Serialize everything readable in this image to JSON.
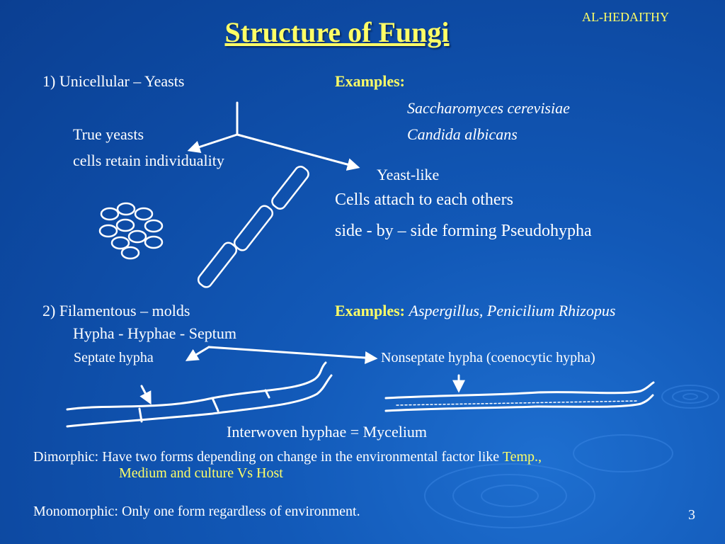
{
  "header": {
    "author": "AL-HEDAITHY",
    "title": "Structure of Fungi"
  },
  "section1": {
    "heading": "1)  Unicellular – Yeasts",
    "examples_label": "Examples:",
    "example_1": "Saccharomyces cerevisiae",
    "example_2": "Candida albicans",
    "true_yeasts": "True yeasts",
    "true_yeasts_desc": "cells retain individuality",
    "yeast_like": "Yeast-like",
    "yeast_like_desc_1": "Cells attach to each others",
    "yeast_like_desc_2": "side - by – side forming Pseudohypha"
  },
  "section2": {
    "heading": "2)  Filamentous – molds",
    "examples_label": "Examples:",
    "examples_text": "Aspergillus, Penicilium Rhizopus",
    "terms": "Hypha - Hyphae - Septum",
    "septate": "Septate hypha",
    "nonseptate": "Nonseptate hypha (coenocytic hypha)",
    "mycelium": "Interwoven hyphae = Mycelium"
  },
  "footer": {
    "dimorphic": "Dimorphic: Have two forms depending on change in the environmental factor like ",
    "dimorphic_highlight_1": "Temp.,",
    "dimorphic_highlight_2": "Medium and culture Vs Host",
    "monomorphic": "Monomorphic: Only one form regardless of environment.",
    "page_number": "3"
  },
  "colors": {
    "title": "#ffff66",
    "text": "#ffffff",
    "background": "#0d4aa3"
  }
}
